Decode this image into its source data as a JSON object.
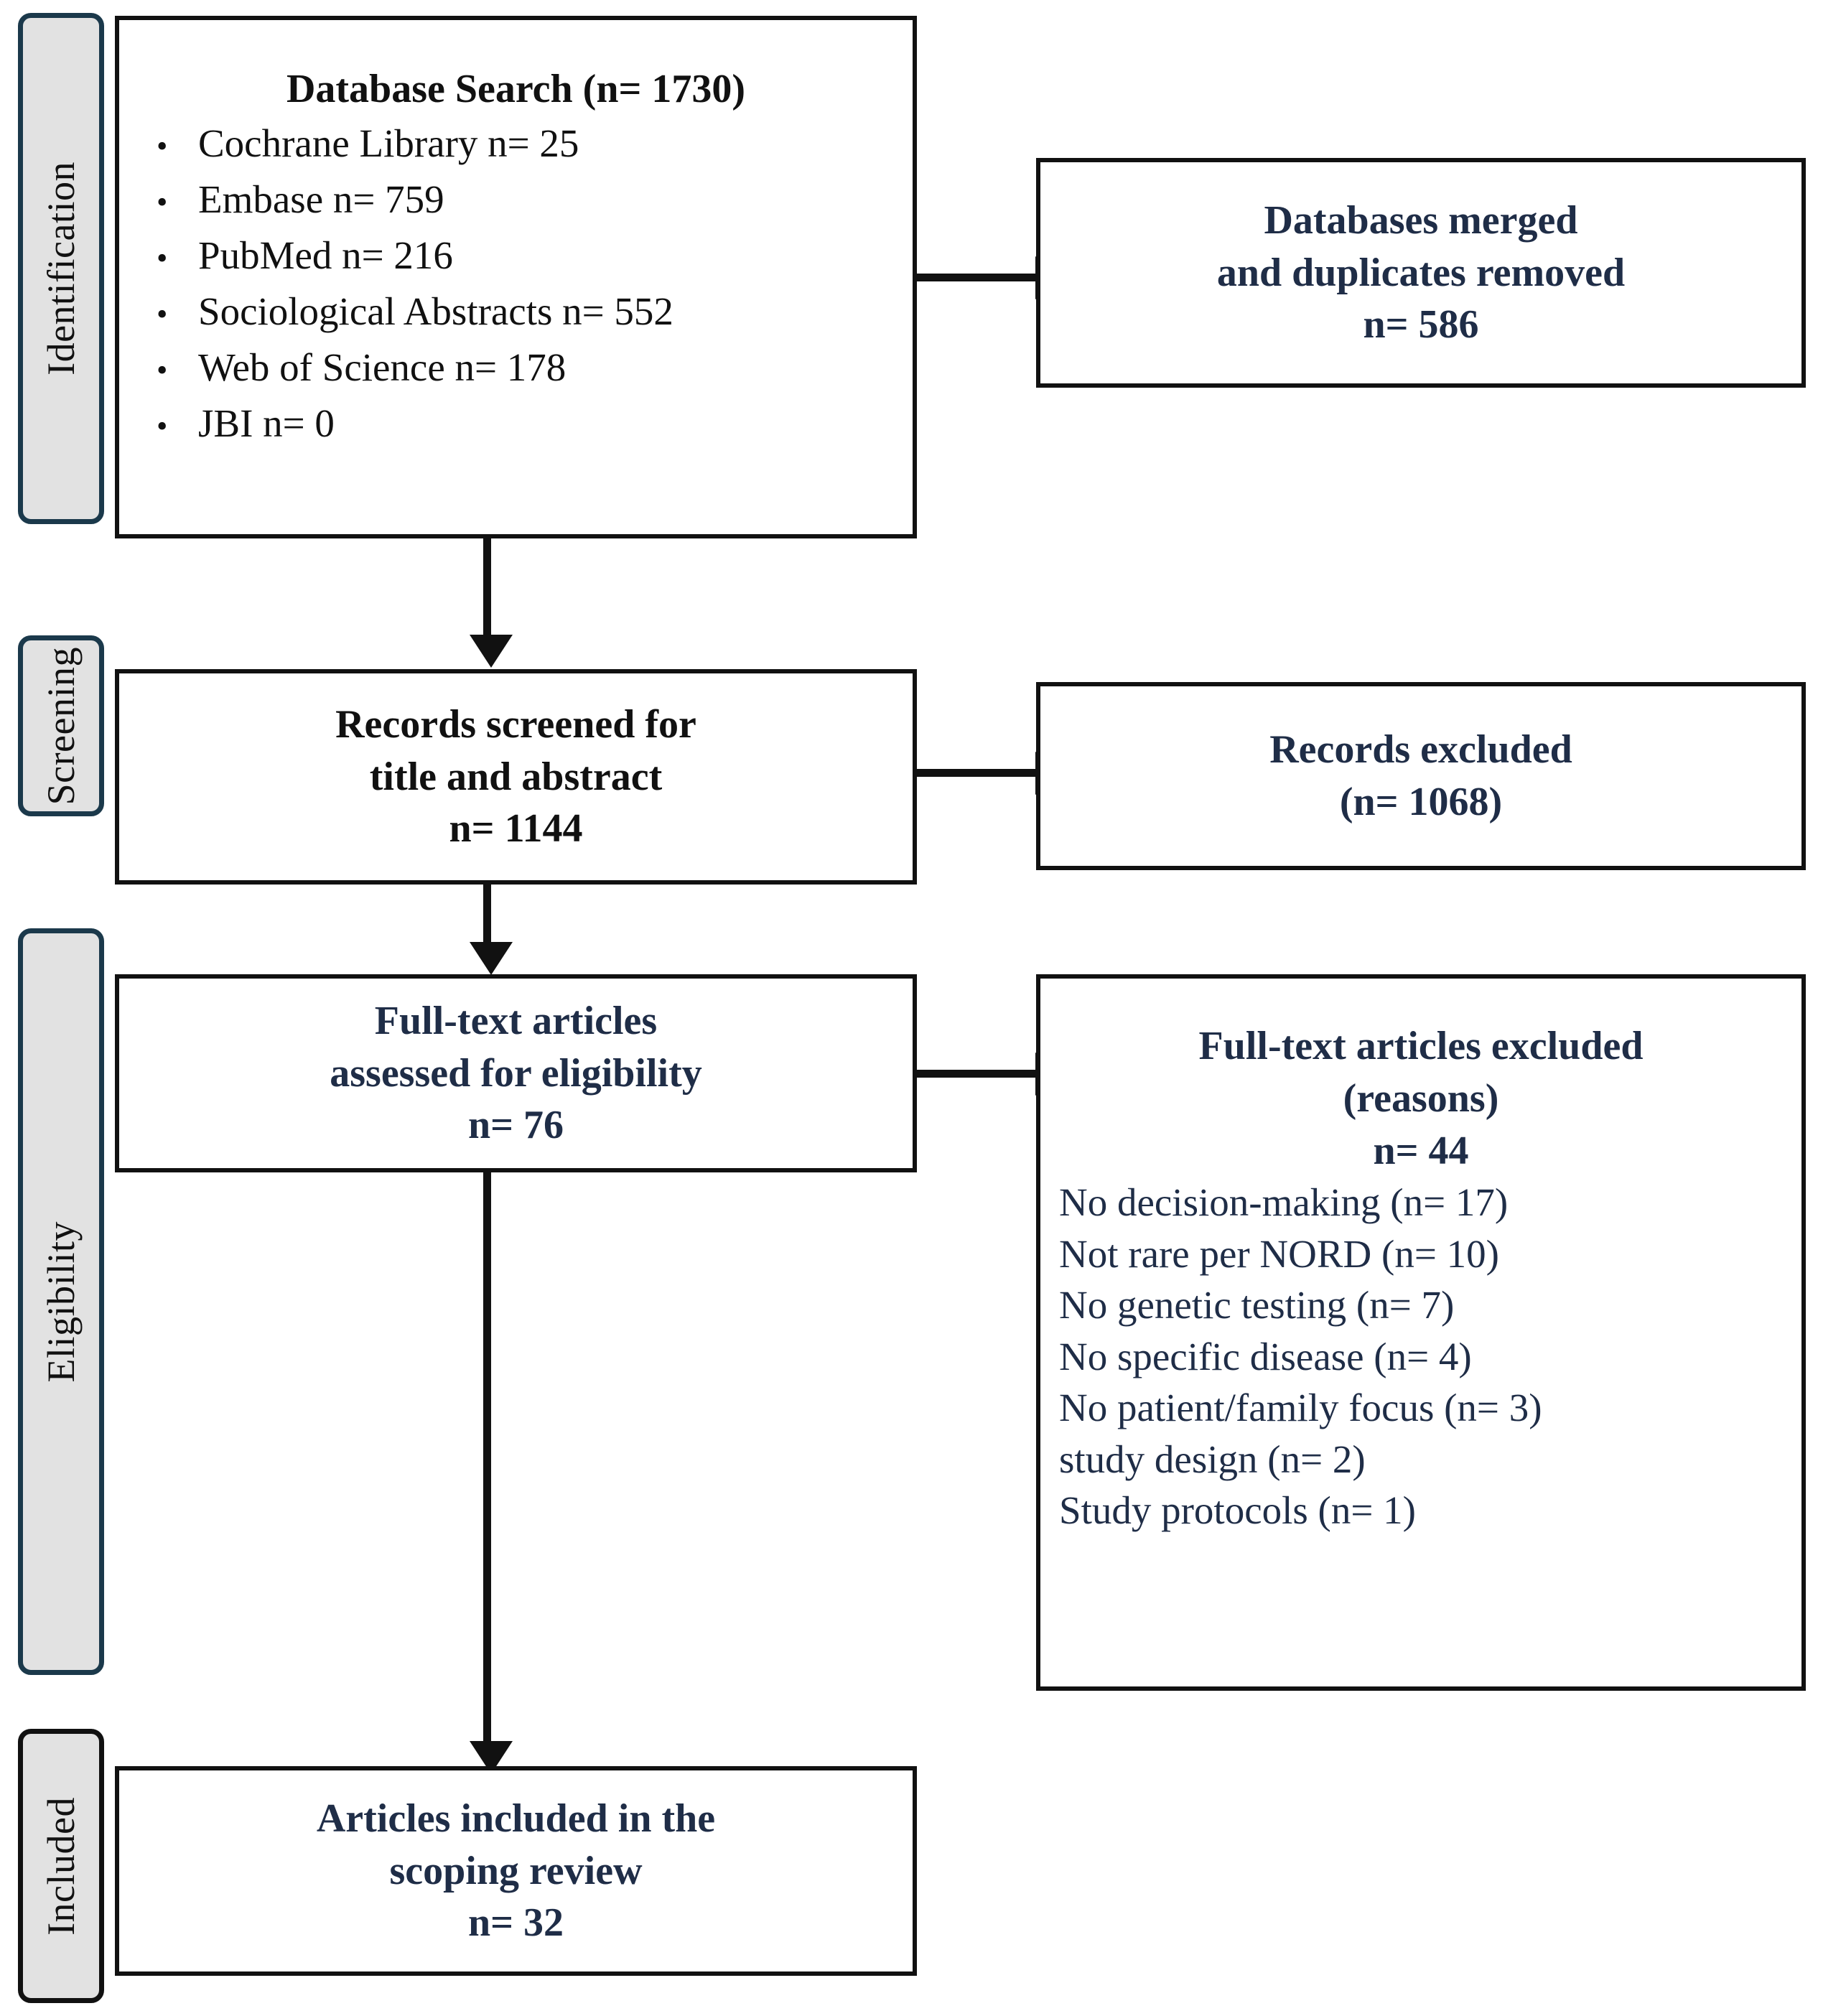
{
  "diagram": {
    "type": "prisma-flow-diagram",
    "stages": [
      {
        "id": "identification",
        "label": "Identification"
      },
      {
        "id": "screening",
        "label": "Screening"
      },
      {
        "id": "eligibility",
        "label": "Eligibility"
      },
      {
        "id": "included",
        "label": "Included"
      }
    ]
  },
  "identification": {
    "search_box": {
      "title": "Database Search (n= 1730)",
      "sources": [
        {
          "bullet": "•",
          "text": "Cochrane Library  n= 25"
        },
        {
          "bullet": "•",
          "text": "Embase n= 759"
        },
        {
          "bullet": "•",
          "text": "PubMed  n= 216"
        },
        {
          "bullet": "•",
          "text": "Sociological Abstracts n= 552"
        },
        {
          "bullet": "•",
          "text": "Web of Science n= 178"
        },
        {
          "bullet": "•",
          "text": "JBI n= 0"
        }
      ]
    },
    "dedup_box": {
      "line1": "Databases merged",
      "line2": "and duplicates removed",
      "line3": "n= 586"
    }
  },
  "screening": {
    "screened_box": {
      "line1": "Records screened for",
      "line2": "title and abstract",
      "line3": "n= 1144"
    },
    "excluded_box": {
      "line1": "Records excluded",
      "line2": "(n= 1068)"
    }
  },
  "eligibility": {
    "assessed_box": {
      "line1": "Full-text articles",
      "line2": "assessed for eligibility",
      "line3": "n= 76"
    },
    "excluded_box": {
      "line1": "Full-text articles excluded",
      "line2": "(reasons)",
      "line3": "n= 44",
      "reasons": [
        "No decision-making (n= 17)",
        "Not rare per NORD  (n= 10)",
        "No genetic testing (n= 7)",
        "No specific disease (n= 4)",
        "No patient/family focus (n= 3)",
        "study design (n= 2)",
        "Study protocols (n= 1)"
      ]
    }
  },
  "included": {
    "final_box": {
      "line1": "Articles included in the",
      "line2": "scoping review",
      "line3": "n= 32"
    }
  },
  "colors": {
    "ink_navy": "#1f2d47",
    "ink_black": "#111111",
    "stage_fill": "#e2e2e2",
    "stage_border": "#1b394b",
    "stage_border_included": "#111111",
    "page_background": "#ffffff"
  }
}
